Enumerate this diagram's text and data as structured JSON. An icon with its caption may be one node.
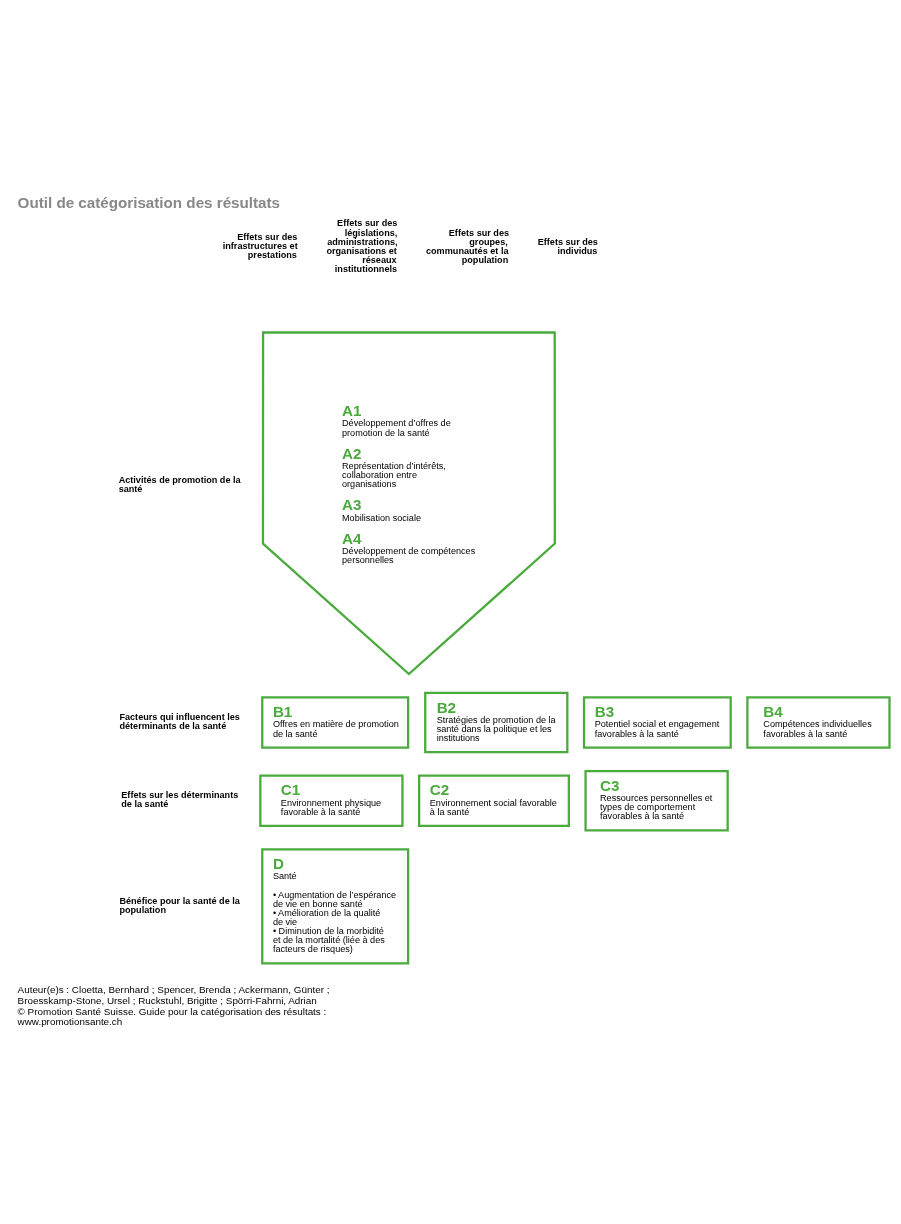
{
  "diagram": {
    "title": "Outil de catégorisation des résultats",
    "caption": "Auteur(e)s : Cloetta, Bernhard ; Spencer, Brenda ; Ackermann, Günter ; Broesskamp-Stone, Ursel ; Ruckstuhl, Brigitte ; Spörri-Fahrni, Adrian © Promotion Santé Suisse. Guide pour la catégorisation des résultats : www.promotionsante.ch",
    "nodes": [
      {
        "text": [
          "A1",
          "Développement d’offres de promotion de la santé",
          "A2",
          "Représentation d’intérêts, collaboration entre organisations",
          "A3",
          "Mobilisation sociale",
          "A4",
          "Développement de compétences personnelles"
        ]
      },
      {
        "text": [
          "B1",
          "Offres en matière de promotion de la santé"
        ]
      },
      {
        "text": [
          "B2",
          "Stratégies de promotion de la santé dans la politique et les institutions"
        ]
      },
      {
        "text": [
          "B3",
          "Potentiel social et engagement favorables à la santé"
        ]
      },
      {
        "text": [
          "B4",
          "Compétences individuelles favorables à la santé"
        ]
      },
      {
        "text": [
          "C1",
          "Environnement physique favorable à la santé"
        ]
      },
      {
        "text": [
          "C2",
          "Environnement social favorable à la santé"
        ]
      },
      {
        "text": [
          "C3",
          "Ressources personnelles et types de comportement favorables à la santé"
        ]
      },
      {
        "text": [
          "D",
          "Santé",
          "• Augmentation de l’espérance de vie en bonne santé",
          "• Amélioration de la qualité de vie",
          "• Diminution de la morbidité et de la mortalité (liée à des facteurs de risques)"
        ]
      }
    ],
    "edges": [],
    "labels": [
      "Activités de promotion de la santé",
      "Facteurs qui influencent les déterminants de la santé",
      "Effets sur les déterminants de la santé",
      "Bénéfice pour la santé de la population",
      "Effets sur des infrastructures et prestations",
      "Effets sur des législations, administrations, organisations et réseaux institutionnels",
      "Effets sur des groupes, communautés et la population",
      "Effets sur des individus"
    ]
  }
}
